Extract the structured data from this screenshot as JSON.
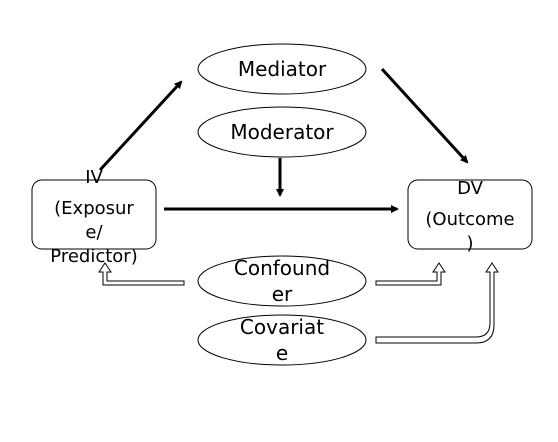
{
  "diagram": {
    "nodes": {
      "mediator": {
        "lines": [
          "Mediator"
        ]
      },
      "moderator": {
        "lines": [
          "Moderator"
        ]
      },
      "confounder": {
        "lines": [
          "Confound",
          "er"
        ]
      },
      "covariate": {
        "lines": [
          "Covariat",
          "e"
        ]
      },
      "iv": {
        "lines": [
          "IV",
          "(Exposur",
          "e/",
          "Predictor)"
        ]
      },
      "dv": {
        "lines": [
          "DV",
          "(Outcome",
          ")"
        ]
      }
    },
    "edges": [
      {
        "from": "iv",
        "to": "mediator",
        "style": "solid-arrow"
      },
      {
        "from": "mediator",
        "to": "dv",
        "style": "solid-arrow"
      },
      {
        "from": "moderator",
        "to": "iv-dv-path",
        "style": "solid-arrow"
      },
      {
        "from": "iv",
        "to": "dv",
        "style": "solid-arrow"
      },
      {
        "from": "confounder",
        "to": "iv",
        "style": "hollow-arrow"
      },
      {
        "from": "confounder",
        "to": "dv",
        "style": "hollow-arrow"
      },
      {
        "from": "covariate",
        "to": "dv",
        "style": "hollow-arrow"
      }
    ],
    "colors": {
      "stroke": "#000000",
      "fill": "#ffffff"
    }
  }
}
